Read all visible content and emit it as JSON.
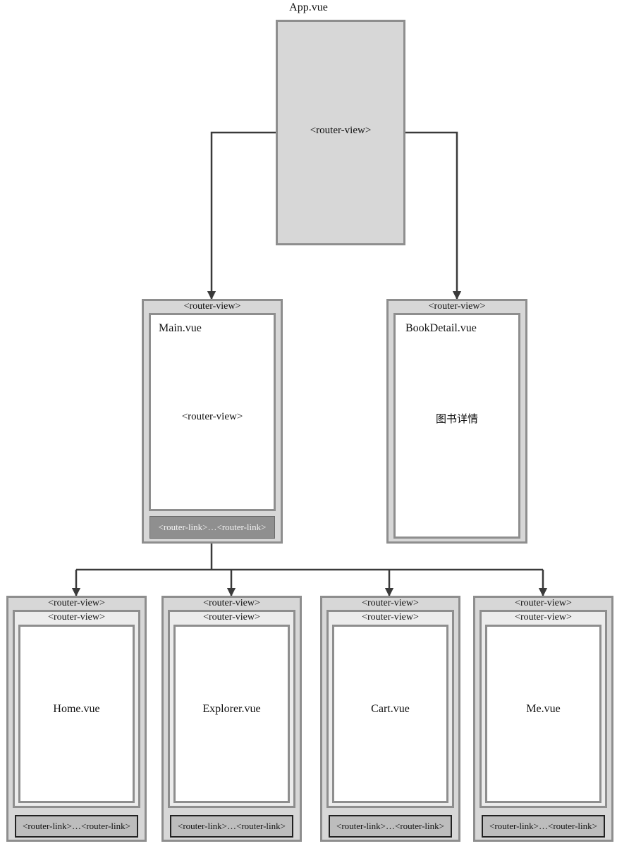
{
  "app": {
    "title": "App.vue",
    "router_view": "<router-view>"
  },
  "main": {
    "tab": "<router-view>",
    "title": "Main.vue",
    "router_view": "<router-view>",
    "links": "<router-link>…<router-link>"
  },
  "book_detail": {
    "tab": "<router-view>",
    "title": "BookDetail.vue",
    "content": "图书详情"
  },
  "leaves": [
    {
      "tab": "<router-view>",
      "inner_tab": "<router-view>",
      "name": "Home.vue",
      "links": "<router-link>…<router-link>"
    },
    {
      "tab": "<router-view>",
      "inner_tab": "<router-view>",
      "name": "Explorer.vue",
      "links": "<router-link>…<router-link>"
    },
    {
      "tab": "<router-view>",
      "inner_tab": "<router-view>",
      "name": "Cart.vue",
      "links": "<router-link>…<router-link>"
    },
    {
      "tab": "<router-view>",
      "inner_tab": "<router-view>",
      "name": "Me.vue",
      "links": "<router-link>…<router-link>"
    }
  ],
  "colors": {
    "box_fill": "#d7d7d7",
    "border": "#8e8e8e",
    "connector": "#3a3a3a",
    "main_links_bar": "#8f8f8f",
    "leaf_links_bar": "#bdbdbd"
  }
}
